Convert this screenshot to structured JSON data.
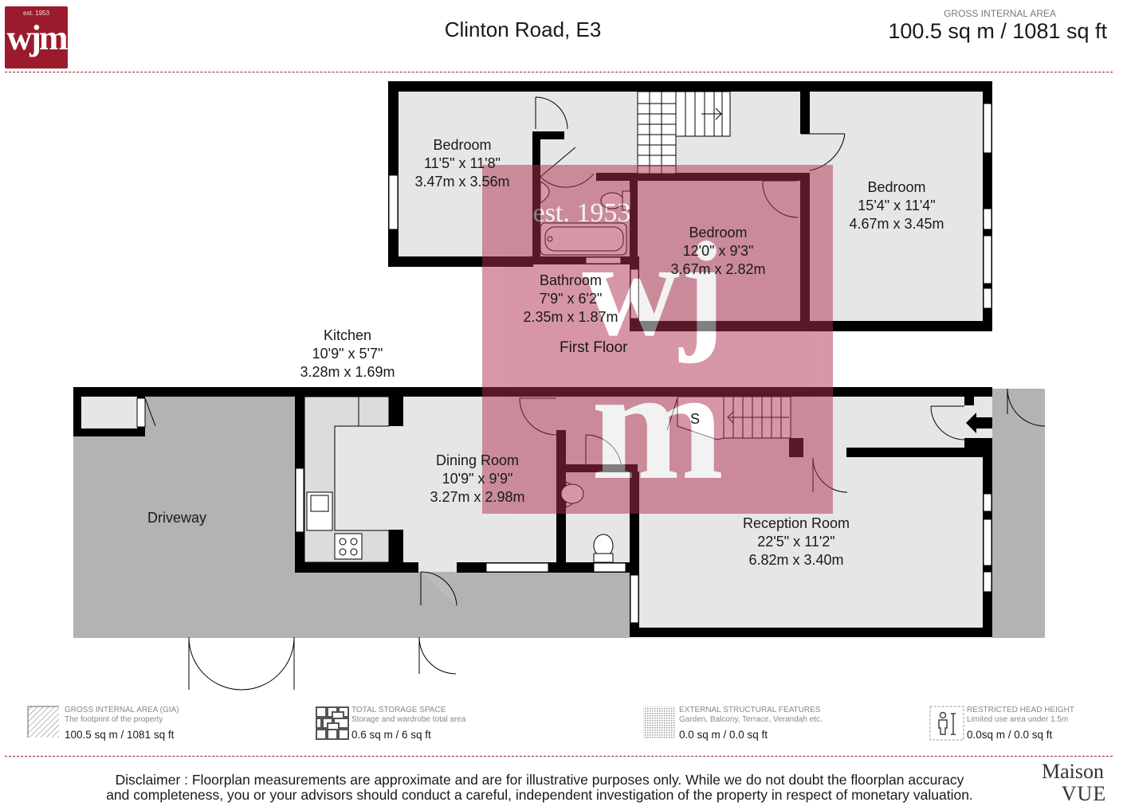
{
  "header": {
    "logo": {
      "est": "est. 1953",
      "mark": "wjm",
      "color": "#9b1b2e"
    },
    "title": "Clinton Road, E3",
    "gia_label": "GROSS INTERNAL AREA",
    "gia_value": "100.5 sq m / 1081 sq ft"
  },
  "watermark": {
    "text": "est. 1953",
    "color": "#c25a72"
  },
  "floors": {
    "first": "First Floor"
  },
  "rooms": {
    "bedroom1": {
      "name": "Bedroom",
      "imperial": "11'5\" x 11'8\"",
      "metric": "3.47m x 3.56m"
    },
    "bedroom2": {
      "name": "Bedroom",
      "imperial": "12'0\" x 9'3\"",
      "metric": "3.67m x 2.82m"
    },
    "bedroom3": {
      "name": "Bedroom",
      "imperial": "15'4\" x 11'4\"",
      "metric": "4.67m x 3.45m"
    },
    "bathroom": {
      "name": "Bathroom",
      "imperial": "7'9\" x 6'2\"",
      "metric": "2.35m x 1.87m"
    },
    "kitchen": {
      "name": "Kitchen",
      "imperial": "10'9\" x 5'7\"",
      "metric": "3.28m x 1.69m"
    },
    "dining": {
      "name": "Dining Room",
      "imperial": "10'9\" x 9'9\"",
      "metric": "3.27m x 2.98m"
    },
    "reception": {
      "name": "Reception Room",
      "imperial": "22'5\" x 11'2\"",
      "metric": "6.82m x 3.40m"
    },
    "driveway": {
      "name": "Driveway"
    },
    "storage_mark": "S"
  },
  "legend": [
    {
      "title": "GROSS INTERNAL AREA (GIA)",
      "sub": "The footprint of the property",
      "value": "100.5 sq m / 1081 sq ft"
    },
    {
      "title": "TOTAL STORAGE SPACE",
      "sub": "Storage and wardrobe total area",
      "value": "0.6 sq m / 6 sq ft"
    },
    {
      "title": "EXTERNAL STRUCTURAL FEATURES",
      "sub": "Garden, Balcony, Terrace, Verandah etc.",
      "value": "0.0 sq m / 0.0 sq ft"
    },
    {
      "title": "RESTRICTED HEAD HEIGHT",
      "sub": "Limited use area under 1.5m",
      "value": "0.0sq m / 0.0 sq ft"
    }
  ],
  "footer": {
    "disclaimer_line1": "Disclaimer : Floorplan measurements are approximate and are for illustrative purposes only. While we do not doubt the floorplan accuracy",
    "disclaimer_line2": "and completeness, you or your advisors should conduct a careful, independent investigation of the property in respect of monetary valuation.",
    "brand_line1": "Maison",
    "brand_line2": "VUE"
  },
  "colors": {
    "wall": "#000000",
    "room_fill": "#e6e6e6",
    "exterior_fill": "#b3b3b3",
    "accent": "#8b2232"
  }
}
